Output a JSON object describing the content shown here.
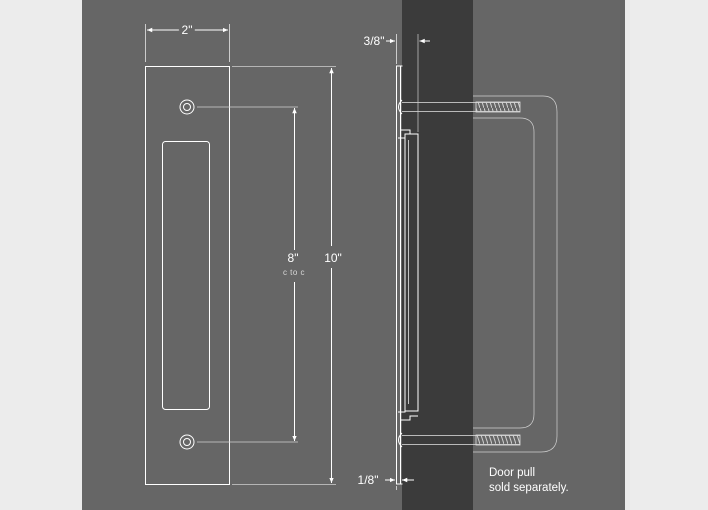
{
  "diagram": {
    "width_label": "2\"",
    "height_label": "10\"",
    "hole_spacing_label": "8\"",
    "hole_spacing_sublabel": "c to c",
    "projection_label": "3/8\"",
    "plate_thickness_label": "1/8\"",
    "note_line1": "Door pull",
    "note_line2": "sold separately."
  },
  "colors": {
    "page_background": "#ececec",
    "panel_background": "#666666",
    "door_background": "#3b3b3b",
    "line": "#ffffff"
  }
}
